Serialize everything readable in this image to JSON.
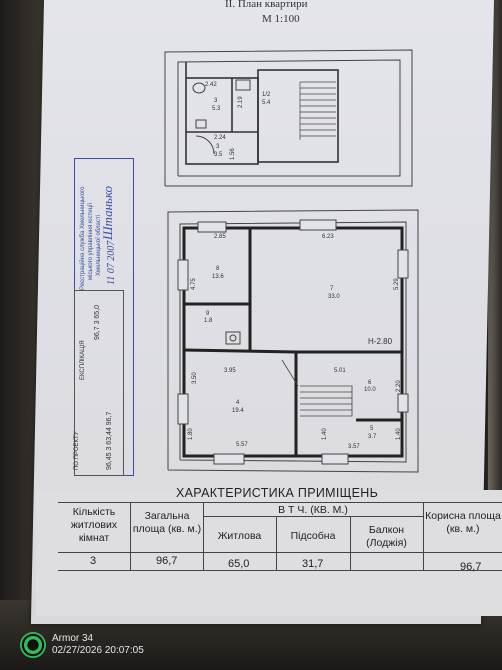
{
  "document": {
    "title": "II. План квартири",
    "scale": "М 1:100"
  },
  "plan_labels": {
    "upper": {
      "room3_dim": "2.42",
      "room3_num": "3",
      "room3_area": "5.3",
      "room1_num": "1/2",
      "room1_area": "5.4",
      "room1_dim": "2.19",
      "room2_dim": "2.24",
      "room2_num": "3",
      "room2_area": "3.5",
      "room2_h": "1.56"
    },
    "lower": {
      "top_left_dim": "2.85",
      "top_right_dim": "6.23",
      "room8_num": "8",
      "room8_area": "13.6",
      "room8_side": "4.75",
      "room7_num": "7",
      "room7_area": "33.0",
      "room7_side": "5.29",
      "room9_num": "9",
      "room9_area": "1.8",
      "height": "Н-2.80",
      "mid_dim_left": "3.95",
      "mid_dim_right": "5.01",
      "room4_num": "4",
      "room4_area": "19.4",
      "room4_side": "3.50",
      "room4_bottom": "5.57",
      "room6_num": "6",
      "room6_area": "10.0",
      "room6_side": "2.20",
      "room5_num": "5",
      "room5_area": "3.7",
      "room5_side": "1.40",
      "room5_bottom": "3.57",
      "small_dim": "1.40",
      "left_side_bottom": "1.80"
    }
  },
  "table": {
    "title": "ХАРАКТЕРИСТИКА ПРИМІЩЕНЬ",
    "sub_title": "В Т Ч. (КВ. М.)",
    "headers": {
      "rooms": "Кількість житлових кімнат",
      "total": "Загальна площа (кв. м.)",
      "living": "Житлова",
      "aux": "Підсобна",
      "balcony": "Балкон (Лоджія)",
      "useful": "Корисна площа (кв. м.)"
    },
    "values": {
      "rooms": "3",
      "total": "96,7",
      "living": "65,0",
      "aux": "31,7",
      "balcony": "",
      "useful": "96,7"
    }
  },
  "stamp": {
    "lines": [
      "Реєстраційна служба Хмельницького",
      "міського управління юстиції",
      "Хмельницької області"
    ],
    "signature": "Штанько",
    "date_note": "11 07 2007"
  },
  "side_table": {
    "header": "ЕКСПЛІКАЦІЯ",
    "row1": "96,7  3  65,0",
    "row2": "96,45  3  63,44  96,7",
    "caption": "ПО ПРОЕКТУ"
  },
  "watermark": {
    "brand": "Armor 34",
    "datetime": "02/27/2026 20:07:05"
  },
  "colors": {
    "ink": "#333333",
    "stamp": "#3b4fa0",
    "paper": "#e2e3e8"
  }
}
